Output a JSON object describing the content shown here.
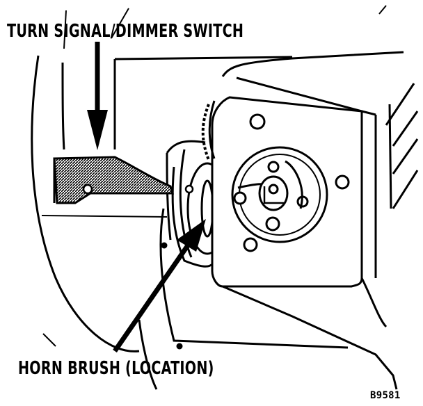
{
  "labels": {
    "turn_signal": "TURN SIGNAL/DIMMER SWITCH",
    "horn_brush": "HORN BRUSH (LOCATION)",
    "figure_code": "B9581"
  },
  "colors": {
    "ink": "#000000",
    "paper": "#ffffff",
    "hatch": "#555555"
  }
}
